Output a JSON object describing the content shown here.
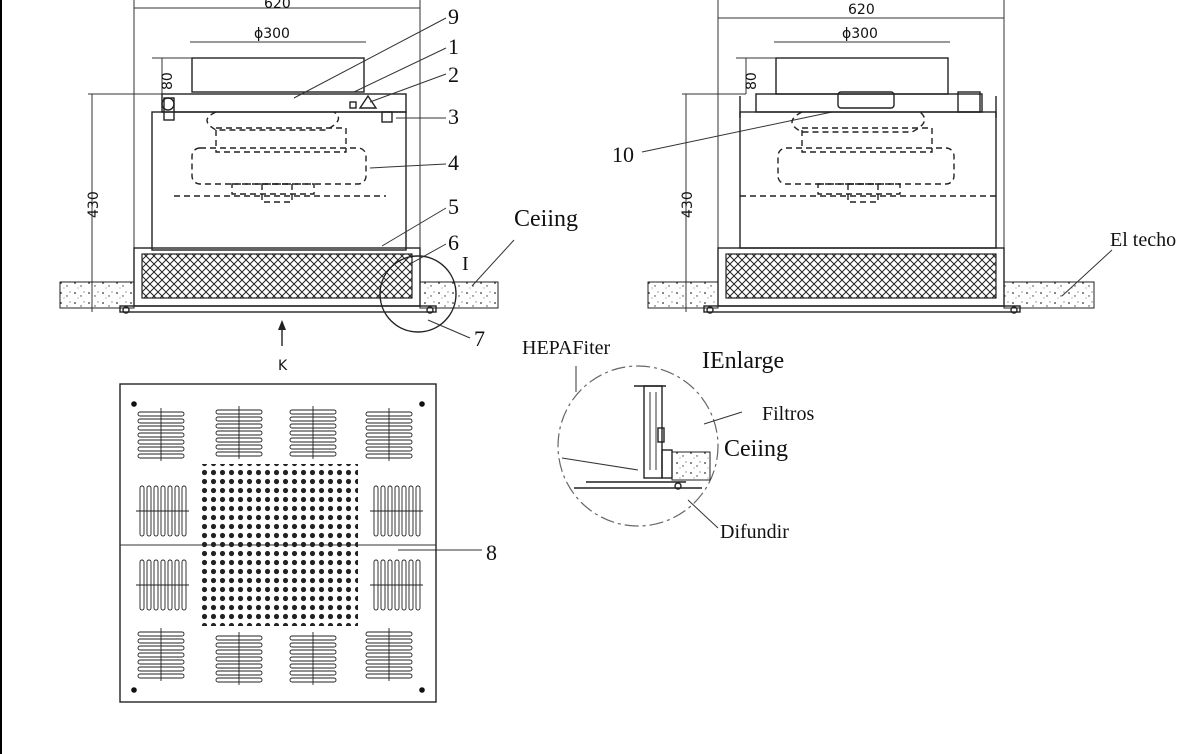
{
  "left_view": {
    "dim_width": "620",
    "dim_duct": "ϕ300",
    "dim_collar": "80",
    "dim_height": "430",
    "view_arrow": "K",
    "detail_mark": "I"
  },
  "right_view": {
    "dim_width": "620",
    "dim_duct": "ϕ300",
    "dim_collar": "80",
    "dim_height": "430"
  },
  "part_numbers": [
    "9",
    "1",
    "2",
    "3",
    "4",
    "5",
    "6",
    "7",
    "8",
    "10"
  ],
  "labels": {
    "ceiling_left": "Ceiing",
    "ceiling_right": "El techo",
    "hepa_filter": "HEPAFiter",
    "enlarge": "IEnlarge",
    "filters": "Filtros",
    "ceiling_detail": "Ceiing",
    "diffuser": "Difundir"
  },
  "colors": {
    "line": "#222222",
    "background": "#ffffff"
  }
}
